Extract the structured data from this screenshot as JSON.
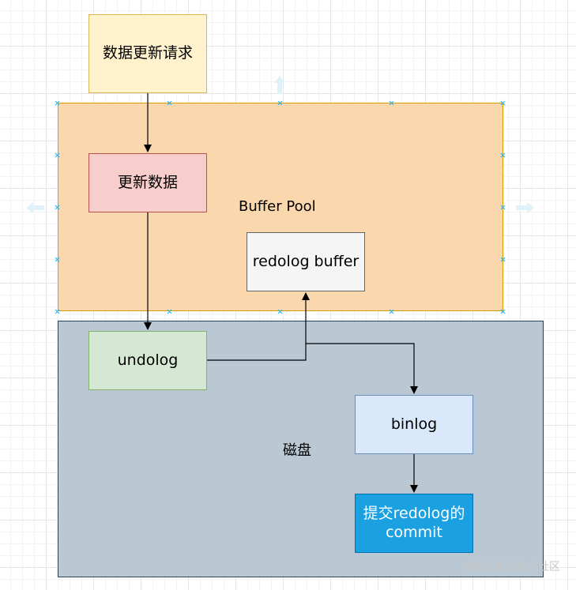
{
  "containers": {
    "buffer_pool": {
      "label": "Buffer Pool",
      "fill": "#fad7ac",
      "stroke": "#d79b00"
    },
    "disk": {
      "label": "磁盘",
      "fill": "#bac8d3",
      "stroke": "#23445d"
    }
  },
  "nodes": {
    "request": {
      "label": "数据更新请求",
      "fill": "#fff2cc",
      "stroke": "#d6b656"
    },
    "update_data": {
      "label": "更新数据",
      "fill": "#f8cecc",
      "stroke": "#b85450"
    },
    "redolog_buffer": {
      "label": "redolog buffer",
      "fill": "#f5f5f5",
      "stroke": "#666666"
    },
    "undolog": {
      "label": "undolog",
      "fill": "#d5e8d4",
      "stroke": "#82b366"
    },
    "binlog": {
      "label": "binlog",
      "fill": "#dae8fc",
      "stroke": "#6c8ebf"
    },
    "commit": {
      "label": "提交redolog的commit",
      "fill": "#1ba1e2",
      "stroke": "#006eaf",
      "text_color": "#ffffff"
    }
  },
  "edges": [
    {
      "from": "request",
      "to": "update_data"
    },
    {
      "from": "update_data",
      "to": "undolog"
    },
    {
      "from": "undolog",
      "to": "redolog_buffer"
    },
    {
      "from": "undolog",
      "to": "binlog"
    },
    {
      "from": "binlog",
      "to": "commit"
    }
  ],
  "watermark": "@稀土掘金技术社区"
}
